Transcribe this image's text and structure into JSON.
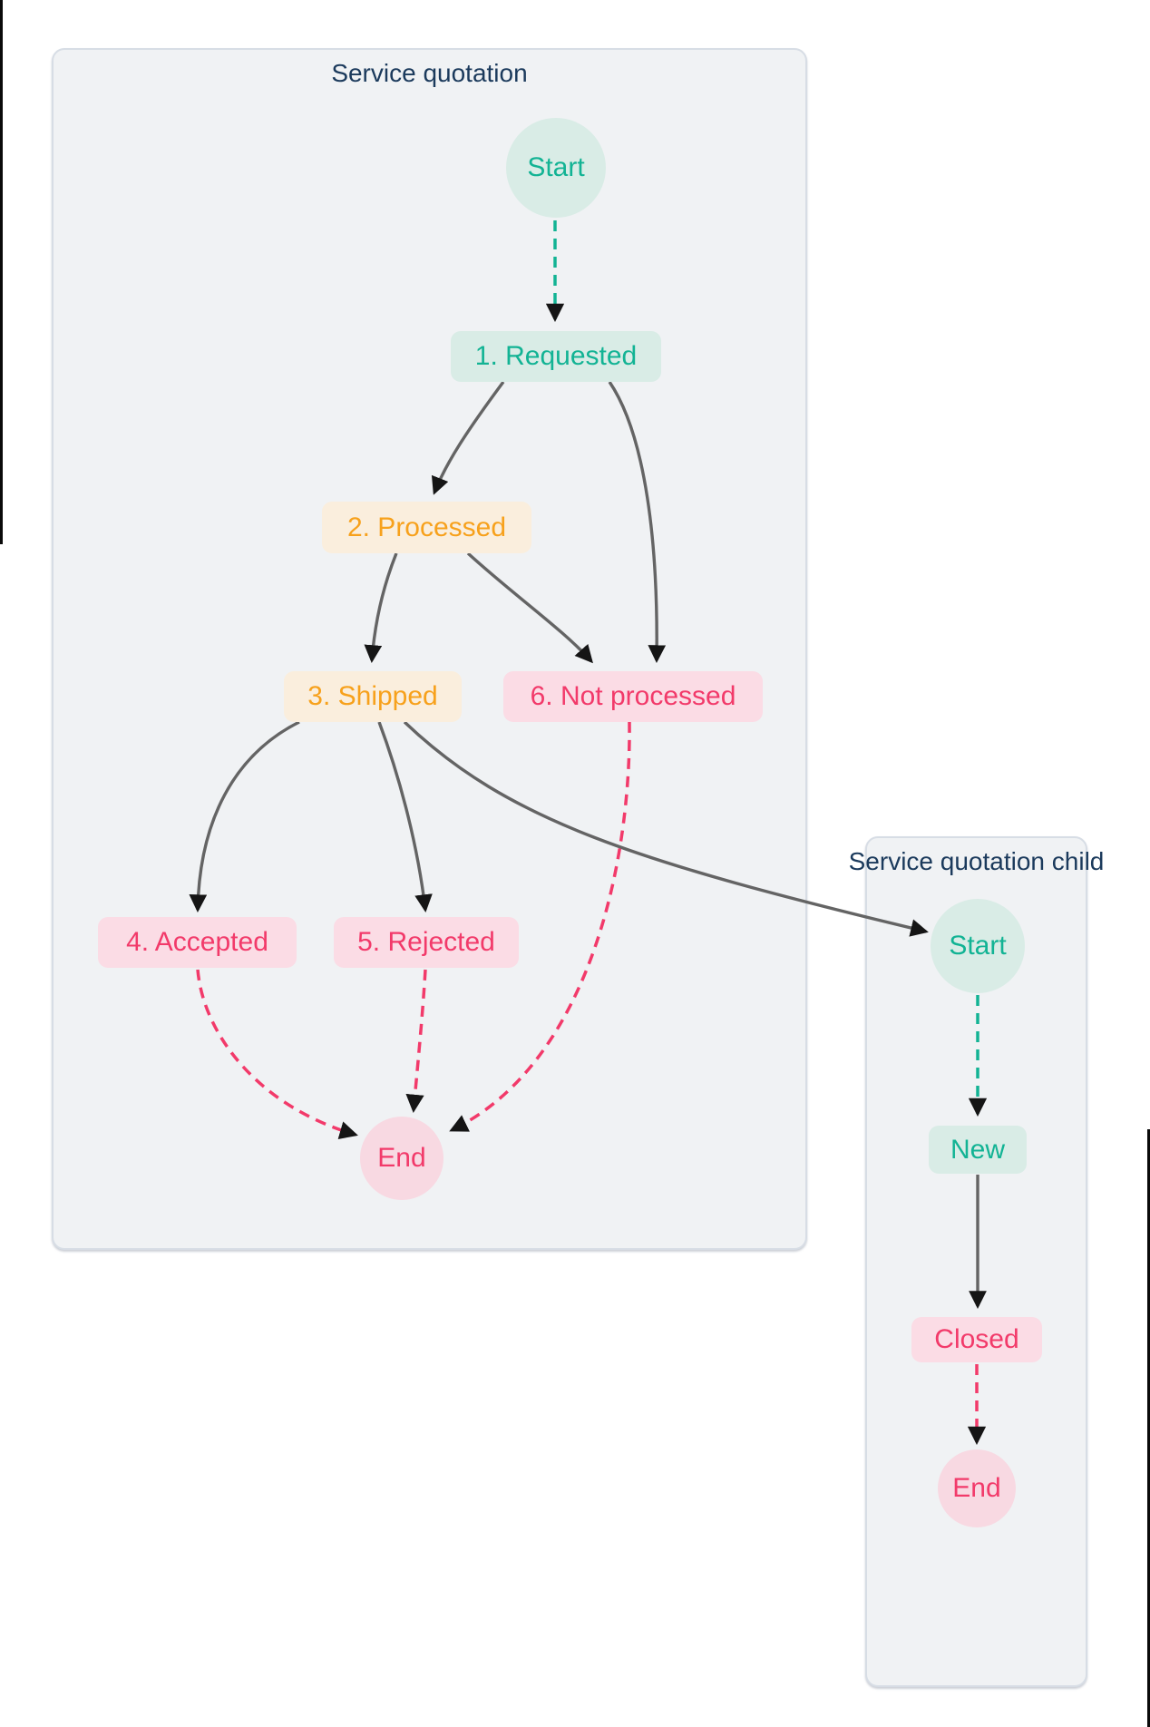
{
  "panels": {
    "main": {
      "title": "Service quotation",
      "nodes": {
        "start": "Start",
        "requested": "1. Requested",
        "processed": "2. Processed",
        "shipped": "3. Shipped",
        "not_processed": "6. Not processed",
        "accepted": "4. Accepted",
        "rejected": "5. Rejected",
        "end": "End"
      }
    },
    "child": {
      "title": "Service quotation child",
      "nodes": {
        "start": "Start",
        "new": "New",
        "closed": "Closed",
        "end": "End"
      }
    }
  },
  "edges": [
    {
      "from": "Start",
      "to": "1. Requested",
      "panel": "main",
      "style": "dashed",
      "color": "teal"
    },
    {
      "from": "1. Requested",
      "to": "2. Processed",
      "panel": "main",
      "style": "solid",
      "color": "gray"
    },
    {
      "from": "1. Requested",
      "to": "6. Not processed",
      "panel": "main",
      "style": "solid",
      "color": "gray"
    },
    {
      "from": "2. Processed",
      "to": "3. Shipped",
      "panel": "main",
      "style": "solid",
      "color": "gray"
    },
    {
      "from": "2. Processed",
      "to": "6. Not processed",
      "panel": "main",
      "style": "solid",
      "color": "gray"
    },
    {
      "from": "3. Shipped",
      "to": "4. Accepted",
      "panel": "main",
      "style": "solid",
      "color": "gray"
    },
    {
      "from": "3. Shipped",
      "to": "5. Rejected",
      "panel": "main",
      "style": "solid",
      "color": "gray"
    },
    {
      "from": "3. Shipped",
      "to": "Start (Service quotation child)",
      "panel": "main-to-child",
      "style": "solid",
      "color": "gray"
    },
    {
      "from": "4. Accepted",
      "to": "End",
      "panel": "main",
      "style": "dashed",
      "color": "pink"
    },
    {
      "from": "5. Rejected",
      "to": "End",
      "panel": "main",
      "style": "dashed",
      "color": "pink"
    },
    {
      "from": "6. Not processed",
      "to": "End",
      "panel": "main",
      "style": "dashed",
      "color": "pink"
    },
    {
      "from": "Start",
      "to": "New",
      "panel": "child",
      "style": "dashed",
      "color": "teal"
    },
    {
      "from": "New",
      "to": "Closed",
      "panel": "child",
      "style": "solid",
      "color": "gray"
    },
    {
      "from": "Closed",
      "to": "End",
      "panel": "child",
      "style": "dashed",
      "color": "pink"
    }
  ],
  "colors": {
    "title": "#1b3a5c",
    "teal_text": "#12b394",
    "teal_bg": "#d9ece6",
    "orange_text": "#f7a11c",
    "orange_bg": "#faeedd",
    "pink_text": "#f23a6a",
    "pink_bg": "#fbdce5",
    "end_bg": "#f8d9e2",
    "edge": "#646464",
    "arrow": "#151515"
  }
}
